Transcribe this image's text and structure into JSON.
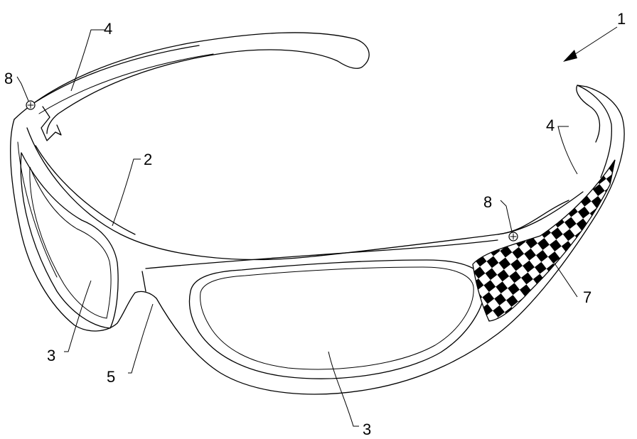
{
  "figure": {
    "reference_numerals": [
      {
        "id": "ref-1",
        "text": "1"
      },
      {
        "id": "ref-2",
        "text": "2"
      },
      {
        "id": "ref-3a",
        "text": "3"
      },
      {
        "id": "ref-3b",
        "text": "3"
      },
      {
        "id": "ref-4a",
        "text": "4"
      },
      {
        "id": "ref-4b",
        "text": "4"
      },
      {
        "id": "ref-5",
        "text": "5"
      },
      {
        "id": "ref-7",
        "text": "7"
      },
      {
        "id": "ref-8a",
        "text": "8"
      },
      {
        "id": "ref-8b",
        "text": "8"
      }
    ]
  }
}
